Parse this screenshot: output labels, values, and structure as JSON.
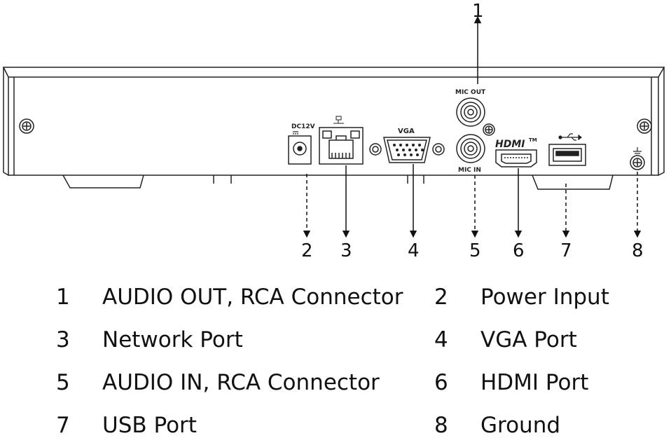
{
  "callouts": {
    "c1": "1",
    "c2": "2",
    "c3": "3",
    "c4": "4",
    "c5": "5",
    "c6": "6",
    "c7": "7",
    "c8": "8"
  },
  "panel_labels": {
    "power": "DC12V",
    "vga": "VGA",
    "mic_out": "MIC OUT",
    "mic_in": "MIC IN",
    "hdmi": "HDMI",
    "hdmi_tm": "TM"
  },
  "legend": [
    {
      "num": "1",
      "label": "AUDIO OUT, RCA Connector"
    },
    {
      "num": "2",
      "label": "Power Input"
    },
    {
      "num": "3",
      "label": "Network Port"
    },
    {
      "num": "4",
      "label": "VGA Port"
    },
    {
      "num": "5",
      "label": "AUDIO IN, RCA Connector"
    },
    {
      "num": "6",
      "label": "HDMI Port"
    },
    {
      "num": "7",
      "label": "USB Port"
    },
    {
      "num": "8",
      "label": "Ground"
    }
  ],
  "icons": {
    "usb": "usb-icon",
    "ground": "ground-icon",
    "network": "network-icon"
  },
  "colors": {
    "line": "#222222",
    "background": "#ffffff"
  }
}
